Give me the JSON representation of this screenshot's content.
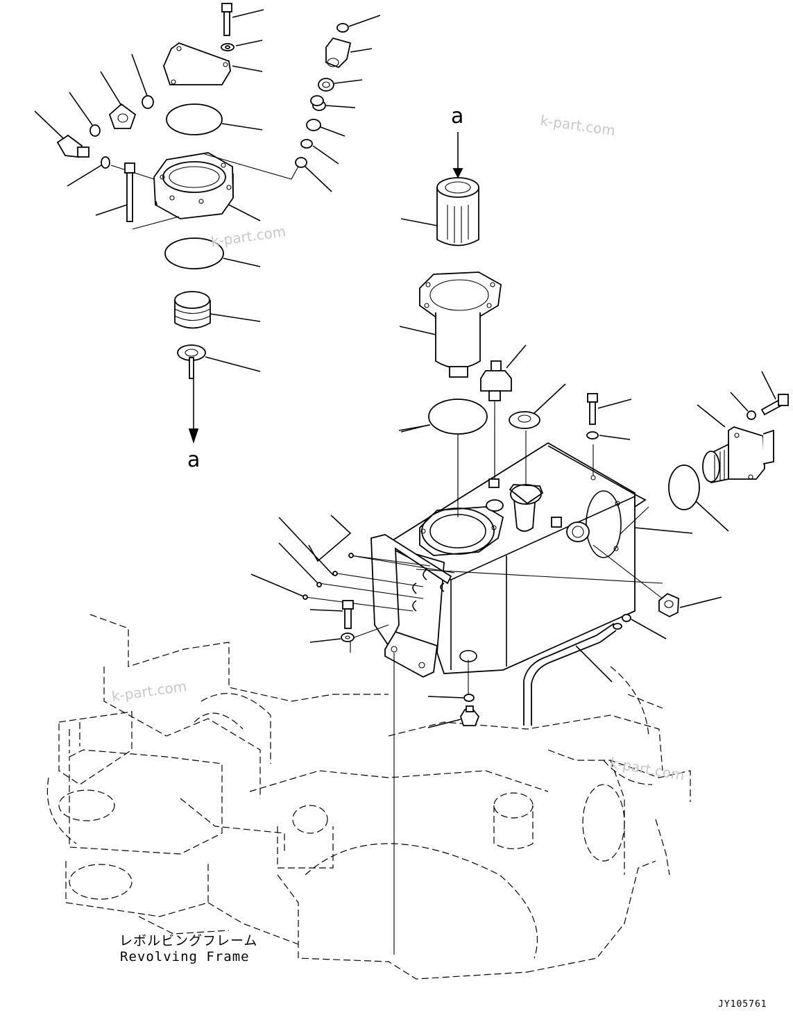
{
  "markers": {
    "top": "a",
    "bottom": "a"
  },
  "watermark": "k-part.com",
  "frame_label": {
    "japanese": "レボルビングフレーム",
    "english": "Revolving Frame"
  },
  "drawing_code": "JY105761"
}
